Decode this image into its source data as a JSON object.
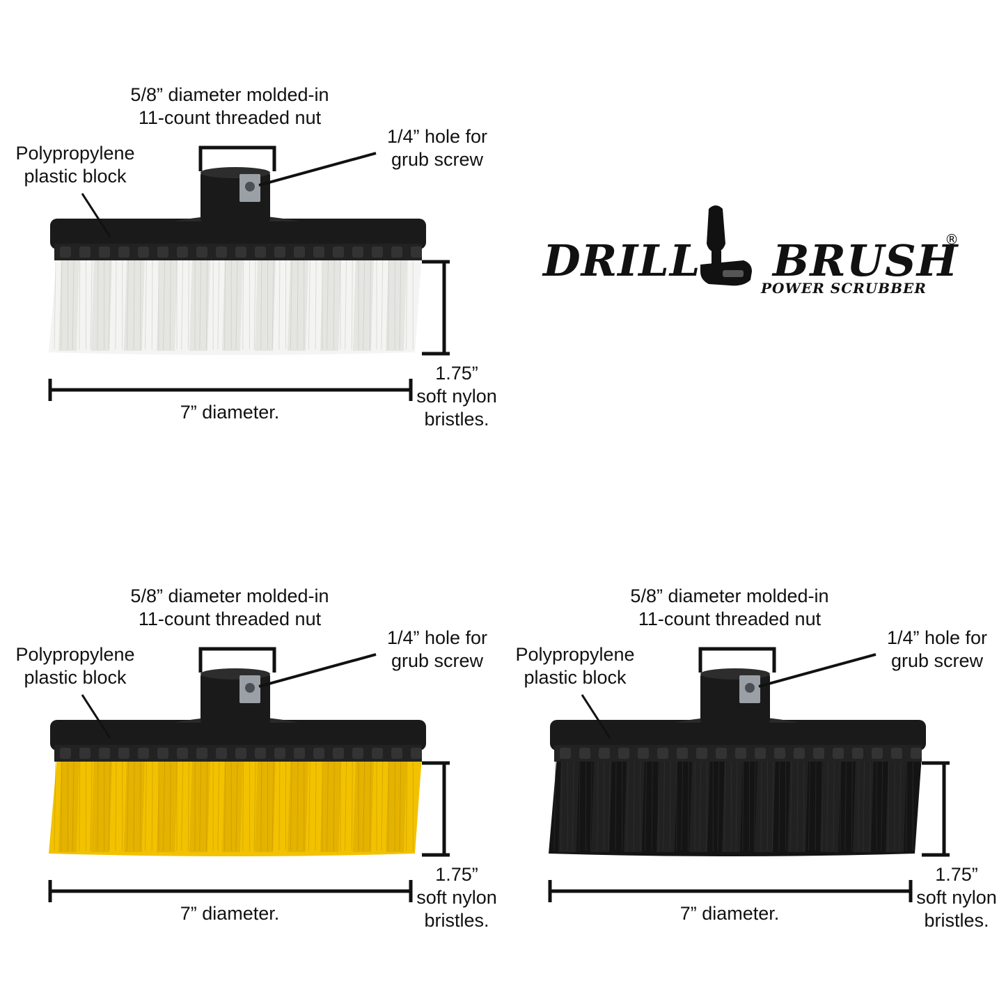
{
  "logo": {
    "word1": "DRILL",
    "word2": "BRUSH",
    "tagline": "POWER SCRUBBER",
    "registered": "®",
    "icon": "drill-icon"
  },
  "colors": {
    "block": "#1a1a1a",
    "white_bristles": "#f4f4f2",
    "yellow_bristles": "#f2c200",
    "black_bristles": "#141414",
    "dimension_lines": "#111111"
  },
  "panels": [
    {
      "bristle_color": "white",
      "nut_label": [
        "5/8” diameter molded-in",
        "11-count threaded nut"
      ],
      "hole_label": [
        "1/4” hole for",
        "grub screw"
      ],
      "block_label": [
        "Polypropylene",
        "plastic block"
      ],
      "diameter_label": "7” diameter.",
      "bristle_label": [
        "1.75”",
        "soft nylon",
        "bristles."
      ]
    },
    {
      "bristle_color": "yellow",
      "nut_label": [
        "5/8” diameter molded-in",
        "11-count threaded nut"
      ],
      "hole_label": [
        "1/4” hole for",
        "grub screw"
      ],
      "block_label": [
        "Polypropylene",
        "plastic block"
      ],
      "diameter_label": "7” diameter.",
      "bristle_label": [
        "1.75”",
        "soft nylon",
        "bristles."
      ]
    },
    {
      "bristle_color": "black",
      "nut_label": [
        "5/8” diameter molded-in",
        "11-count threaded nut"
      ],
      "hole_label": [
        "1/4” hole for",
        "grub screw"
      ],
      "block_label": [
        "Polypropylene",
        "plastic block"
      ],
      "diameter_label": "7” diameter.",
      "bristle_label": [
        "1.75”",
        "soft nylon",
        "bristles."
      ]
    }
  ]
}
